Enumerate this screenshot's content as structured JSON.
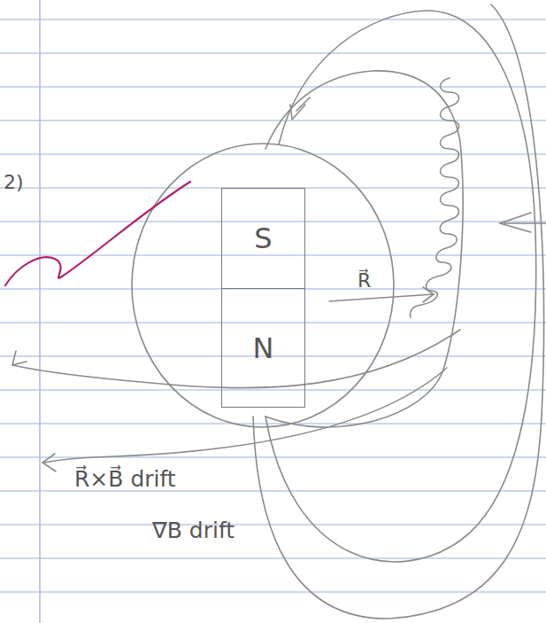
{
  "diagram": {
    "nodes": [
      {
        "text": [
          "S"
        ]
      },
      {
        "text": [
          "N"
        ]
      }
    ],
    "labels": [
      "2)",
      "R⃗",
      "R⃗×B⃗ drift",
      "∇B drift"
    ]
  }
}
